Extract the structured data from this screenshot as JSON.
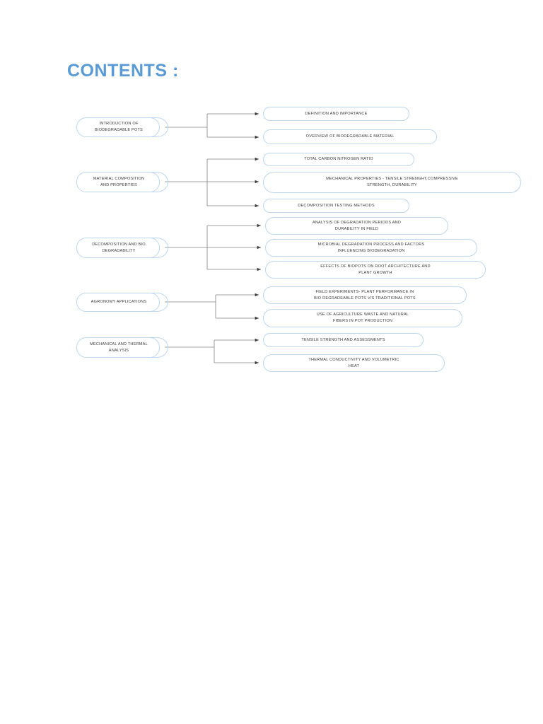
{
  "page": {
    "title": "CONTENTS :",
    "title_color": "#5b9bd5",
    "background": "#ffffff",
    "node_border_color": "#bdd7ee",
    "connector_color": "#808080",
    "text_color": "#3a3a3a"
  },
  "diagram": {
    "type": "tree-flowchart",
    "orientation": "left-to-right",
    "sections": [
      {
        "id": "introduction",
        "parent": "INTRODUCTION OF\nBIODEGRADABLE POTS",
        "children": [
          "DEFINITION AND IMPORTANCE",
          "OVERVIEW OF BIODEGRADABLE MATERIAL"
        ]
      },
      {
        "id": "material-composition",
        "parent": "MATERIAL COMPOSITION\nAND PROPERTIES",
        "children": [
          "TOTAL CARBON NITROGEN RATIO",
          "MECHANICAL PROPERTIES - TENSILE STRENGHT,COMPRESSIVE\nSTRENGTH, DURABILITY",
          "DECOMPOSITION TESTING METHODS"
        ]
      },
      {
        "id": "decomposition",
        "parent": "DECOMPOSITION AND BIO\nDEGRADABILITY",
        "children": [
          "ANALYSIS OF DEGRADATION PERIODS AND\nDURABILITY IN FIELD",
          "MICROBIAL DEGRADATION PROCESS AND FACTORS\nINFLUENCING BIODEGRADATION",
          "EFFECTS OF BIOPOTS ON ROOT ARCHITECTURE AND\nPLANT GROWTH"
        ]
      },
      {
        "id": "agronomy",
        "parent": "AGRONOMY APPLICATIONS",
        "children": [
          "FIELD EXPERIMENTS- PLANT PERFORMANCE IN\nBIO DEGRADEABLE POTS V/S TRADITIONAL POTS",
          "USE OF AGRICULTURE WASTE AND NATURAL\nFIBERS IN POT PRODUCTION"
        ]
      },
      {
        "id": "mechanical-thermal",
        "parent": "MECHANICAL AND THERMAL\nANALYSIS",
        "children": [
          "TENSILE STRENGTH AND ASSESSMENTS",
          "THERMAL CONDUCTIVITY AND VOLUMETRIC\nHEAT"
        ]
      }
    ]
  }
}
